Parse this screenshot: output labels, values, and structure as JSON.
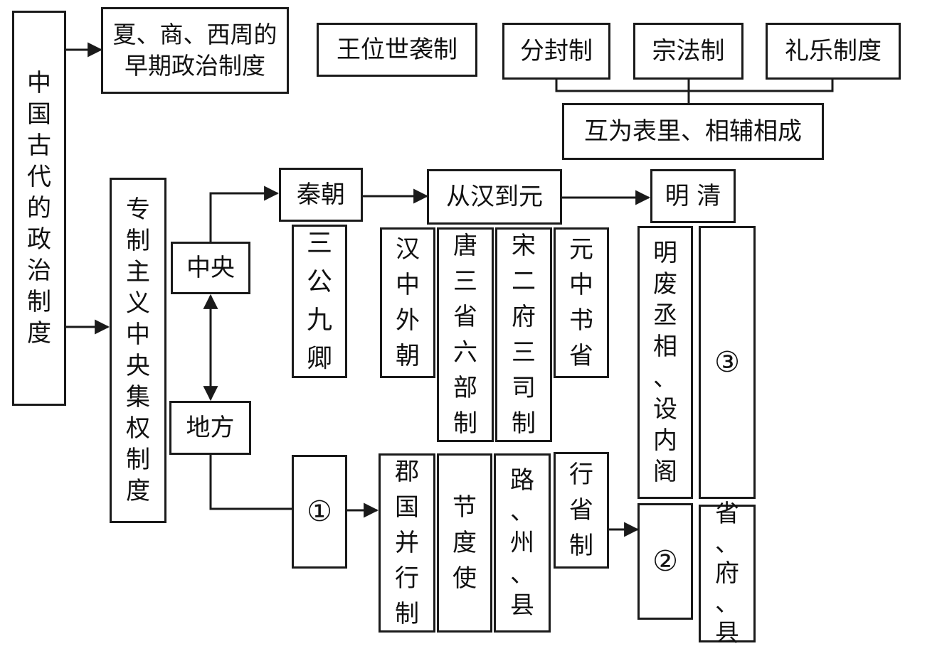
{
  "root": {
    "label": "中\n国\n古\n代\n的\n政\n治\n制\n度"
  },
  "early": {
    "label": "夏、商、西周的\n早期政治制度",
    "items": [
      "王位世袭制",
      "分封制",
      "宗法制",
      "礼乐制度"
    ],
    "relation": "互为表里、相辅相成"
  },
  "autocracy": {
    "label": "专\n制\n主\n义\n中\n央\n集\n权\n制\n度"
  },
  "central": {
    "label": "中央",
    "eras": [
      "秦朝",
      "从汉到元",
      "明 清"
    ],
    "qin": "三\n公\n九\n卿",
    "han_yuan": [
      "汉\n中\n外\n朝",
      "唐\n三\n省\n六\n部\n制",
      "宋\n二\n府\n三\n司\n制",
      "元\n中\n书\n省"
    ],
    "ming_qing": [
      "明\n废\n丞\n相\n、\n设\n内\n阁",
      "③"
    ]
  },
  "local": {
    "label": "地方",
    "qin": "①",
    "han_yuan": [
      "郡\n国\n并\n行\n制",
      "节\n度\n使",
      "路\n、\n州\n、\n县",
      "行\n省\n制"
    ],
    "ming_qing": [
      "②",
      "省\n、\n府\n、\n县"
    ]
  }
}
